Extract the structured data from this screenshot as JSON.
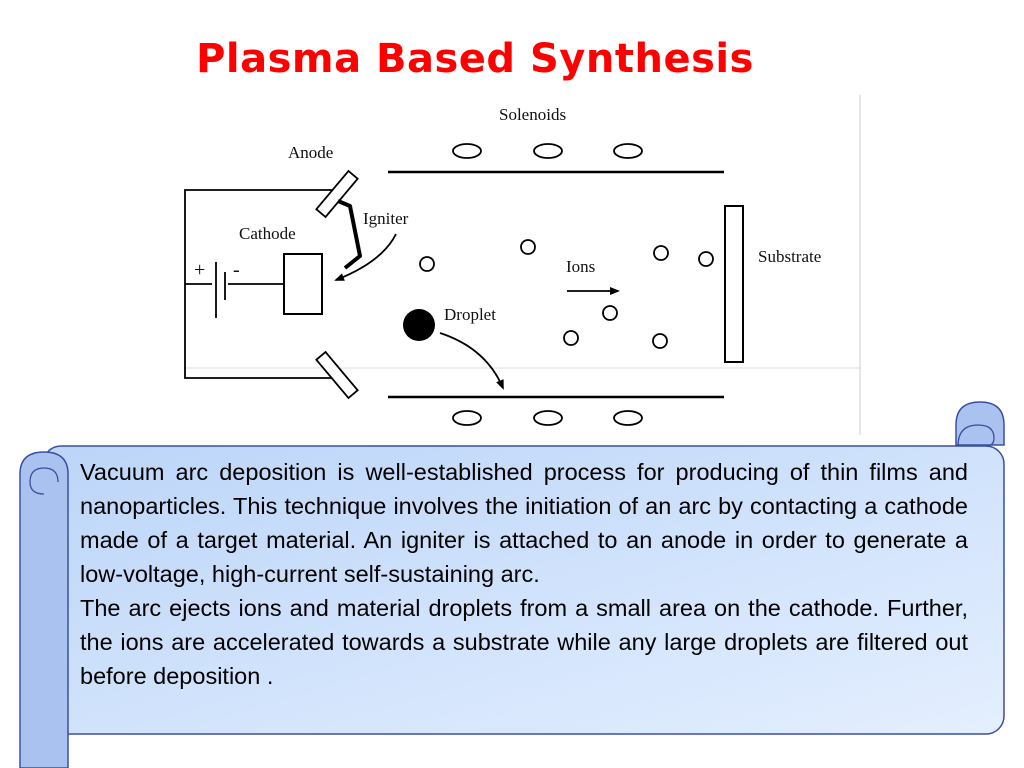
{
  "slide": {
    "title": "Plasma Based Synthesis",
    "accent_color": "#ff0000",
    "scroll_fill": "#cfe2fb",
    "scroll_stroke": "#3b4fa0"
  },
  "diagram": {
    "labels": {
      "solenoids": "Solenoids",
      "anode": "Anode",
      "igniter": "Igniter",
      "cathode": "Cathode",
      "plus": "+",
      "minus": "-",
      "ions": "Ions",
      "substrate": "Substrate",
      "droplet": "Droplet"
    }
  },
  "text": {
    "paragraph1": "Vacuum arc deposition is well-established process for producing of thin films and nanoparticles. This technique involves the initiation of an arc by contacting a cathode made of a target material. An igniter is attached to an anode in order to generate a low-voltage, high-current self-sustaining arc.",
    "paragraph2": "The arc ejects ions and material droplets from a small area on the cathode. Further, the ions are accelerated towards a substrate while any large droplets are filtered out before deposition ."
  }
}
